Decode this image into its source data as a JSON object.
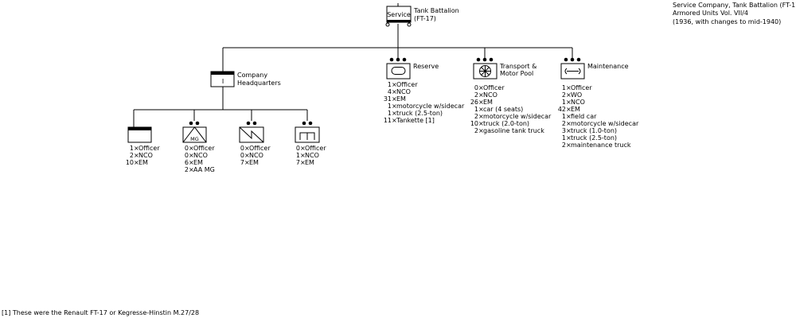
{
  "header": {
    "lines": [
      "Service Company, Tank Battalion (FT-17)",
      "Armored Units Vol. VII/4",
      "(1936, with changes to mid-1940)"
    ]
  },
  "footnote": "[1] These were the Renault FT-17 or Kegresse-Hinstin M.27/28",
  "top_unit": {
    "symbol_label": "Service",
    "name_lines": [
      "Tank Battalion",
      "(FT-17)"
    ]
  },
  "headquarters": {
    "name_lines": [
      "Company",
      "Headquarters"
    ],
    "symbol_text": "I"
  },
  "platoons": [
    {
      "symbol": "headquarters",
      "counts": [
        "1",
        "2",
        "10"
      ],
      "items": [
        "Officer",
        "NCO",
        "EM"
      ]
    },
    {
      "symbol": "anti-aircraft-mg",
      "symbol_text": "MG",
      "counts": [
        "0",
        "0",
        "6",
        "2"
      ],
      "items": [
        "Officer",
        "NCO",
        "EM",
        "AA MG"
      ]
    },
    {
      "symbol": "armored",
      "counts": [
        "0",
        "0",
        "7"
      ],
      "items": [
        "Officer",
        "NCO",
        "EM"
      ]
    },
    {
      "symbol": "engineer",
      "counts": [
        "0",
        "1",
        "7"
      ],
      "items": [
        "Officer",
        "NCO",
        "EM"
      ]
    }
  ],
  "reserve": {
    "name_lines": [
      "Reserve"
    ],
    "symbol": "tank-reserve",
    "counts": [
      "1",
      "4",
      "31",
      "1",
      "1",
      "11"
    ],
    "items": [
      "Officer",
      "NCO",
      "EM",
      "motorcycle w/sidecar",
      "truck (2.5-ton)",
      "Tankette [1]"
    ]
  },
  "transport": {
    "name_lines": [
      "Transport &",
      "Motor Pool"
    ],
    "symbol": "motor-transport",
    "counts": [
      "0",
      "2",
      "26",
      "1",
      "2",
      "10",
      "2"
    ],
    "items": [
      "Officer",
      "NCO",
      "EM",
      "car (4 seats)",
      "motorcycle w/sidecar",
      "truck (2.0-ton)",
      "gasoline tank truck"
    ]
  },
  "maintenance": {
    "name_lines": [
      "Maintenance"
    ],
    "symbol": "maintenance",
    "counts": [
      "1",
      "2",
      "1",
      "42",
      "1",
      "2",
      "3",
      "1",
      "2"
    ],
    "items": [
      "Officer",
      "WO",
      "NCO",
      "EM",
      "field car",
      "motorcycle w/sidecar",
      "truck (1.0-ton)",
      "truck (2.5-ton)",
      "maintenance truck"
    ]
  }
}
